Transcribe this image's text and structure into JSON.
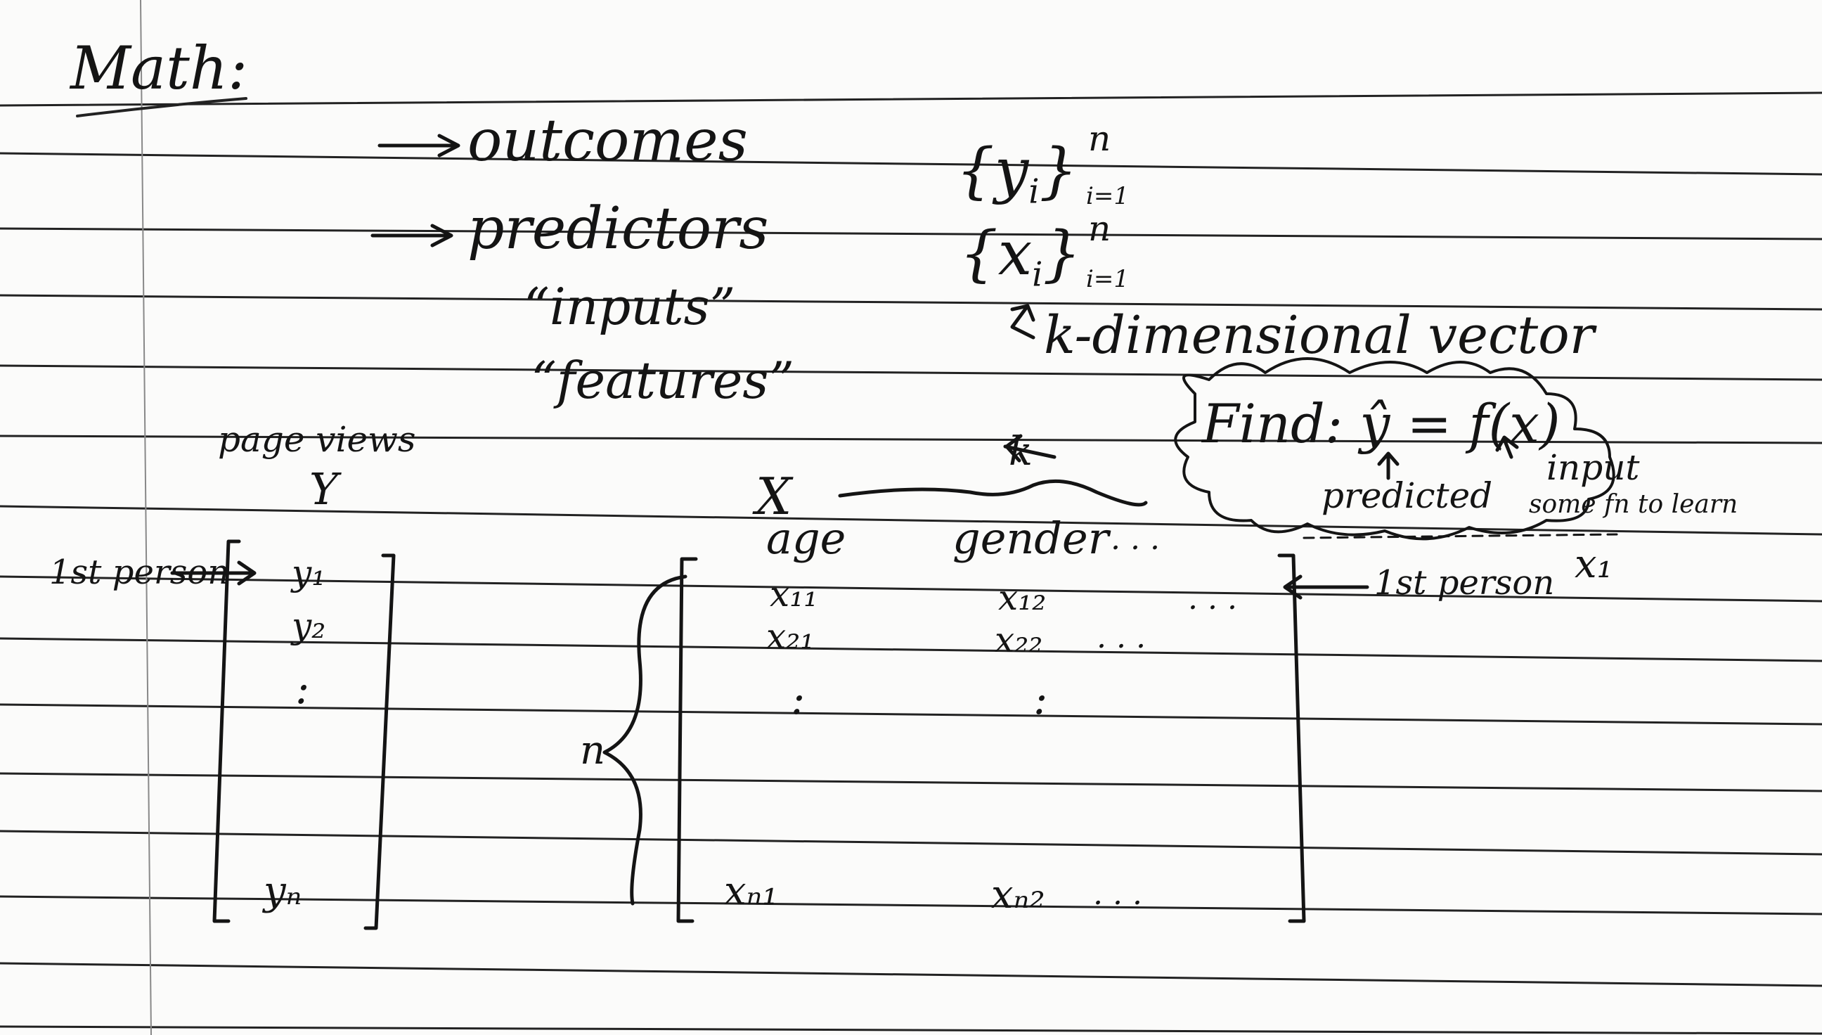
{
  "title": "Math:",
  "list": {
    "outcomes": "outcomes",
    "predictors": "predictors",
    "inputs": "“inputs”",
    "features": "“features”"
  },
  "sets": {
    "y_brace_open": "{",
    "y_var": "y",
    "y_index": "i",
    "y_brace_close": "}",
    "y_upper": "n",
    "y_lower": "i=1",
    "x_brace_open": "{",
    "x_var": "x",
    "x_index": "i",
    "x_brace_close": "}",
    "x_upper": "n",
    "x_lower": "i=1"
  },
  "k_dim_label": "k-dimensional vector",
  "cloud": {
    "find": "Find: ŷ = f(x)",
    "predicted": "predicted",
    "input": "input",
    "some_fn": "some fn to learn"
  },
  "y_vector": {
    "label_top": "page views",
    "label_var": "Y",
    "first_person": "1st person",
    "entries": [
      "y₁",
      "y₂",
      ":",
      "yₙ"
    ]
  },
  "x_matrix": {
    "label_var": "X",
    "k_label": "k",
    "col_age": "age",
    "col_gender": "gender",
    "col_dots": ". . .",
    "n_label": "n",
    "first_person": "1st person",
    "row_label": "x₁",
    "cells": {
      "x11": "x₁₁",
      "x12": "x₁₂",
      "row1_dots": ". . .",
      "x21": "x₂₁",
      "x22": "x₂₂",
      "row2_dots": ". . .",
      "vdots1": ":",
      "vdots2": ":",
      "xn1": "xₙ₁",
      "xn2": "xₙ₂",
      "rown_dots": ". . ."
    }
  },
  "colors": {
    "ink": "#141414",
    "paper": "#fbfbfa",
    "rule": "#1a1a1a"
  }
}
